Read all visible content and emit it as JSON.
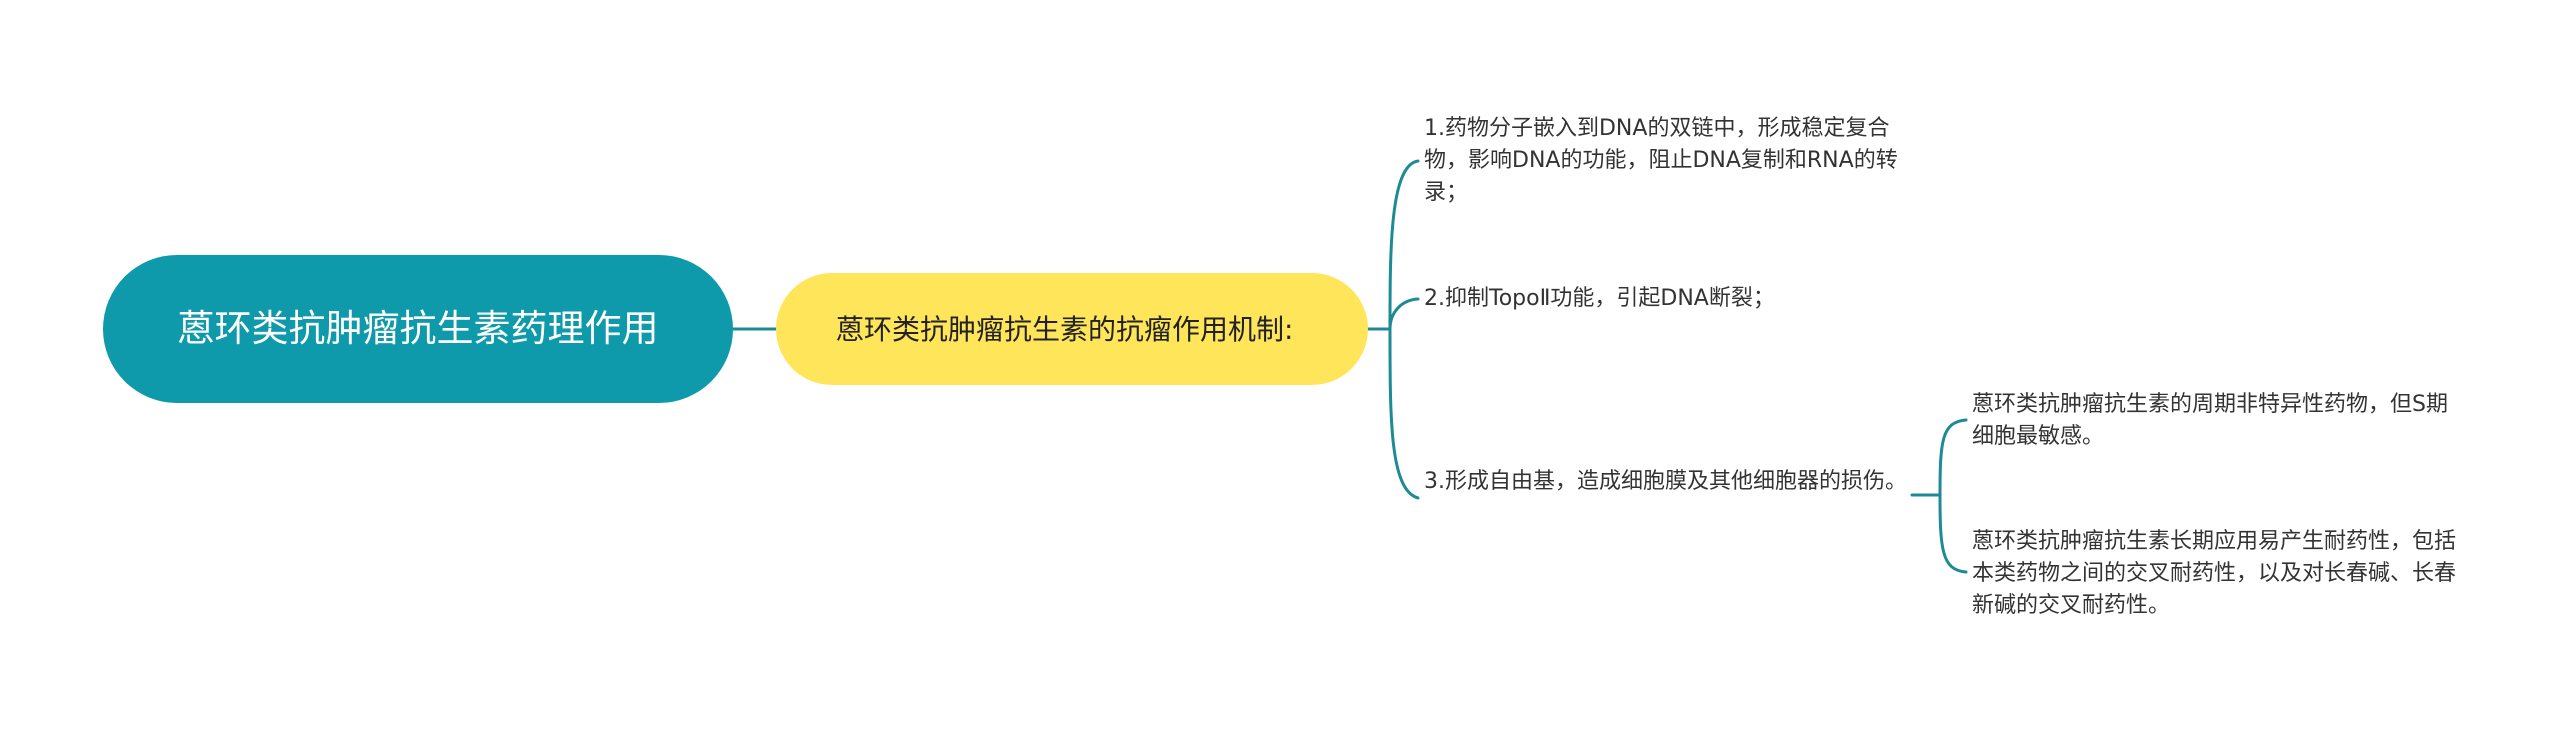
{
  "colors": {
    "root_fill": "#0E9AAA",
    "branch_fill": "#FEE55A",
    "connector": "#1D8A96",
    "leaf_text": "#333333"
  },
  "mindmap": {
    "root": {
      "label": "蒽环类抗肿瘤抗生素药理作用"
    },
    "branch": {
      "label": "蒽环类抗肿瘤抗生素的抗瘤作用机制:"
    },
    "leaves": [
      {
        "label": "1.药物分子嵌入到DNA的双链中，形成稳定复合物，影响DNA的功能，阻止DNA复制和RNA的转录；"
      },
      {
        "label": "2.抑制TopoⅡ功能，引起DNA断裂；"
      },
      {
        "label": "3.形成自由基，造成细胞膜及其他细胞器的损伤。",
        "children": [
          {
            "label": "蒽环类抗肿瘤抗生素的周期非特异性药物，但S期细胞最敏感。"
          },
          {
            "label": "蒽环类抗肿瘤抗生素长期应用易产生耐药性，包括本类药物之间的交叉耐药性，以及对长春碱、长春新碱的交叉耐药性。"
          }
        ]
      }
    ]
  }
}
